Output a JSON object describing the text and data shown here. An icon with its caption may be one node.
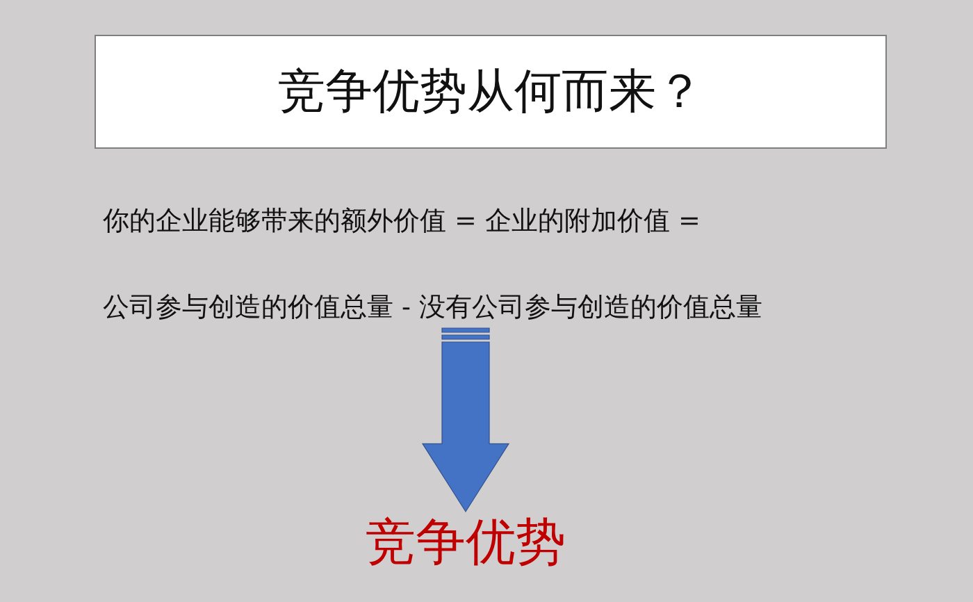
{
  "diagram": {
    "title": "竞争优势从何而来？",
    "nodes": [
      {
        "text": [
          "你的企业能够带来的额外价值 = 企业的附加价值 =",
          "公司参与创造的价值总量 - 没有公司参与创造的价值总量"
        ]
      },
      {
        "text": [
          "竞争优势"
        ]
      }
    ],
    "edges": [
      {
        "from": 0,
        "to": 1,
        "arrow": "to",
        "style": "thick",
        "color": "#4472c4"
      }
    ]
  }
}
